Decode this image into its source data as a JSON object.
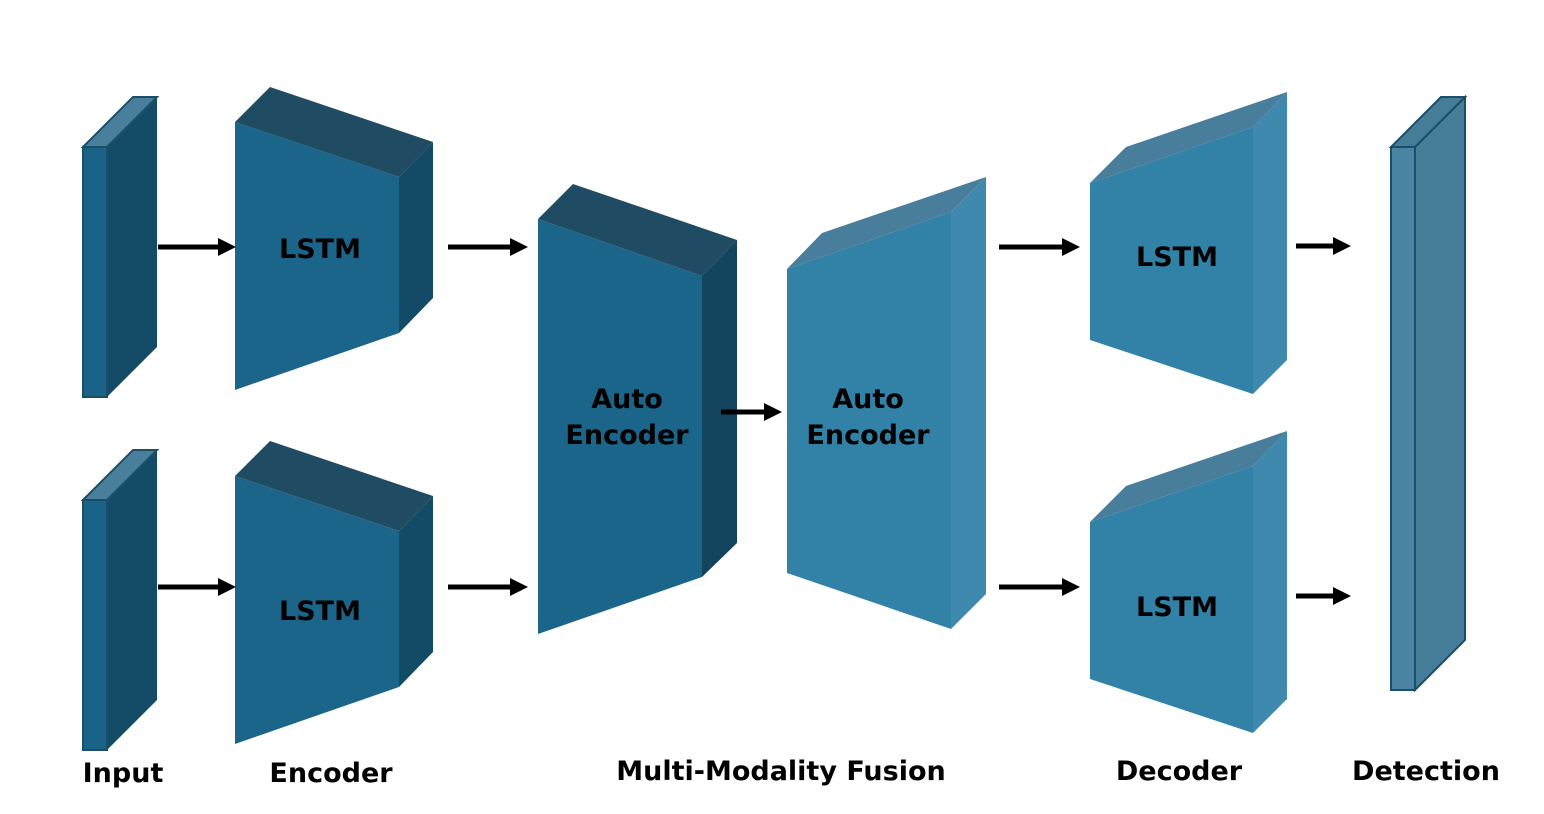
{
  "colors": {
    "dark_front": "#1a6589",
    "dark_side": "#134b67",
    "dark_top": "#204c63",
    "light_front": "#3282a8",
    "light_side": "#3e89ad",
    "light_top": "#487e9b",
    "stroke": "#1b4e69",
    "arrow": "#000000"
  },
  "blocks": {
    "encoder_top_label": "LSTM",
    "encoder_bottom_label": "LSTM",
    "fusion_left_line1": "Auto",
    "fusion_left_line2": "Encoder",
    "fusion_right_line1": "Auto",
    "fusion_right_line2": "Encoder",
    "decoder_top_label": "LSTM",
    "decoder_bottom_label": "LSTM"
  },
  "stages": {
    "input": "Input",
    "encoder": "Encoder",
    "fusion": "Multi-Modality Fusion",
    "decoder": "Decoder",
    "detection": "Detection"
  }
}
